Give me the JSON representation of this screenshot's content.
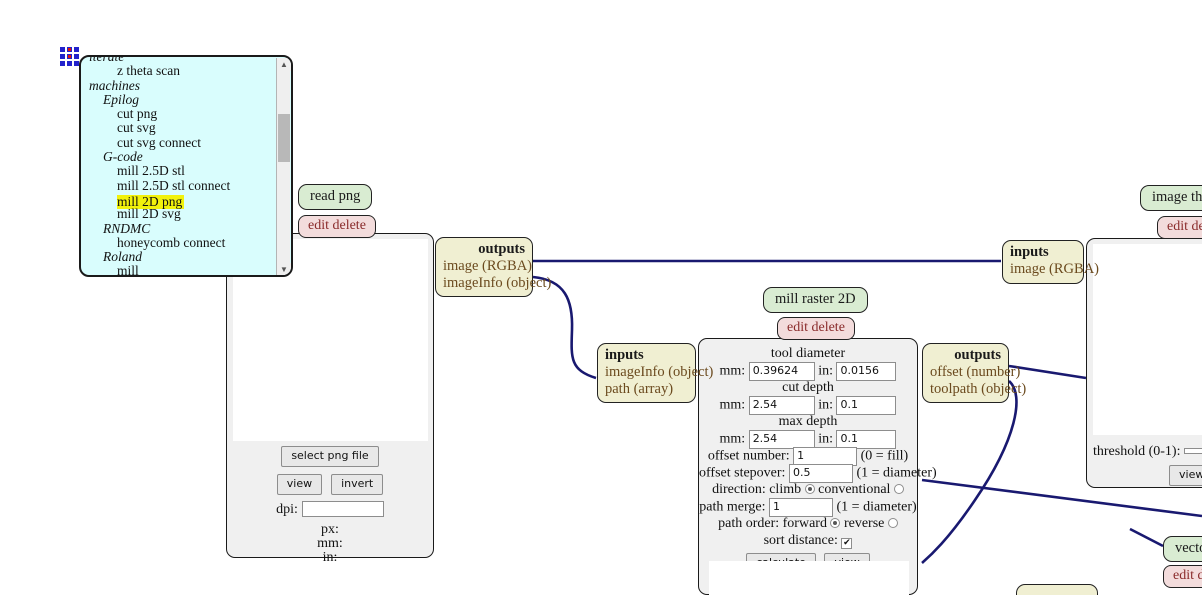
{
  "app": {
    "logo_name": "mods-logo-icon",
    "background": "#ffffff",
    "wire_color": "#191970",
    "node_title_color": "#d9ecd2",
    "node_edit_color": "#f3dcdc",
    "io_color": "#f0efd2",
    "panel_color": "#f0f0f0",
    "list_color": "#d9fdfd",
    "highlight_color": "#f2f20c"
  },
  "module_list": {
    "name": "module-selection-list",
    "items": [
      {
        "label": "iterate",
        "indent": 0,
        "italic": true,
        "clipped": true
      },
      {
        "label": "z theta scan",
        "indent": 2,
        "italic": false
      },
      {
        "label": "machines",
        "indent": 0,
        "italic": true
      },
      {
        "label": "Epilog",
        "indent": 1,
        "italic": true
      },
      {
        "label": "cut png",
        "indent": 2,
        "italic": false
      },
      {
        "label": "cut svg",
        "indent": 2,
        "italic": false
      },
      {
        "label": "cut svg connect",
        "indent": 2,
        "italic": false
      },
      {
        "label": "G-code",
        "indent": 1,
        "italic": true
      },
      {
        "label": "mill 2.5D stl",
        "indent": 2,
        "italic": false
      },
      {
        "label": "mill 2.5D stl connect",
        "indent": 2,
        "italic": false
      },
      {
        "label": "mill 2D png",
        "indent": 2,
        "italic": false,
        "highlighted": true
      },
      {
        "label": "mill 2D svg",
        "indent": 2,
        "italic": false
      },
      {
        "label": "RNDMC",
        "indent": 1,
        "italic": true
      },
      {
        "label": "honeycomb connect",
        "indent": 2,
        "italic": false
      },
      {
        "label": "Roland",
        "indent": 1,
        "italic": true
      },
      {
        "label": "mill",
        "indent": 2,
        "italic": false,
        "clipped": true
      }
    ],
    "scrollbar": {
      "up_arrow": "▲",
      "down_arrow": "▼"
    }
  },
  "read_png_node": {
    "title": "read png",
    "edit_label": "edit delete",
    "buttons": {
      "select": "select png file",
      "view": "view",
      "invert": "invert"
    },
    "dpi_label": "dpi:",
    "dpi_value": "",
    "stats": {
      "px": "px:",
      "mm": "mm:",
      "in": "in:"
    },
    "outputs": {
      "header": "outputs",
      "ports": [
        "image (RGBA)",
        "imageInfo (object)"
      ]
    }
  },
  "mill_raster_node": {
    "title": "mill raster 2D",
    "edit_label": "edit delete",
    "inputs": {
      "header": "inputs",
      "ports": [
        "imageInfo (object)",
        "path (array)"
      ]
    },
    "outputs": {
      "header": "outputs",
      "ports": [
        "offset (number)",
        "toolpath (object)"
      ]
    },
    "fields": [
      {
        "heading": "tool diameter",
        "mm_label": "mm:",
        "mm_value": "0.39624",
        "in_label": "in:",
        "in_value": "0.0156"
      },
      {
        "heading": "cut depth",
        "mm_label": "mm:",
        "mm_value": "2.54",
        "in_label": "in:",
        "in_value": "0.1"
      },
      {
        "heading": "max depth",
        "mm_label": "mm:",
        "mm_value": "2.54",
        "in_label": "in:",
        "in_value": "0.1"
      }
    ],
    "offset_number": {
      "label": "offset number:",
      "value": "1",
      "hint": "(0 = fill)"
    },
    "offset_stepover": {
      "label": "offset stepover:",
      "value": "0.5",
      "hint": "(1 = diameter)"
    },
    "direction": {
      "label": "direction:",
      "options": [
        "climb",
        "conventional"
      ],
      "selected": "climb"
    },
    "path_merge": {
      "label": "path merge:",
      "value": "1",
      "hint": "(1 = diameter)"
    },
    "path_order": {
      "label": "path order:",
      "options": [
        "forward",
        "reverse"
      ],
      "selected": "forward"
    },
    "sort_distance": {
      "label": "sort distance:",
      "checked": true,
      "check_glyph": "✔"
    },
    "buttons": {
      "calculate": "calculate",
      "view": "view"
    }
  },
  "image_threshold_node": {
    "title": "image thre",
    "title_full": "image threshold",
    "edit_label": "edit dele",
    "inputs": {
      "header": "inputs",
      "ports": [
        "image (RGBA)"
      ]
    },
    "threshold_label": "threshold (0-1):",
    "threshold_value": "",
    "view_button": "view"
  },
  "vector_node": {
    "title": "vecto",
    "edit_label": "edit d"
  }
}
